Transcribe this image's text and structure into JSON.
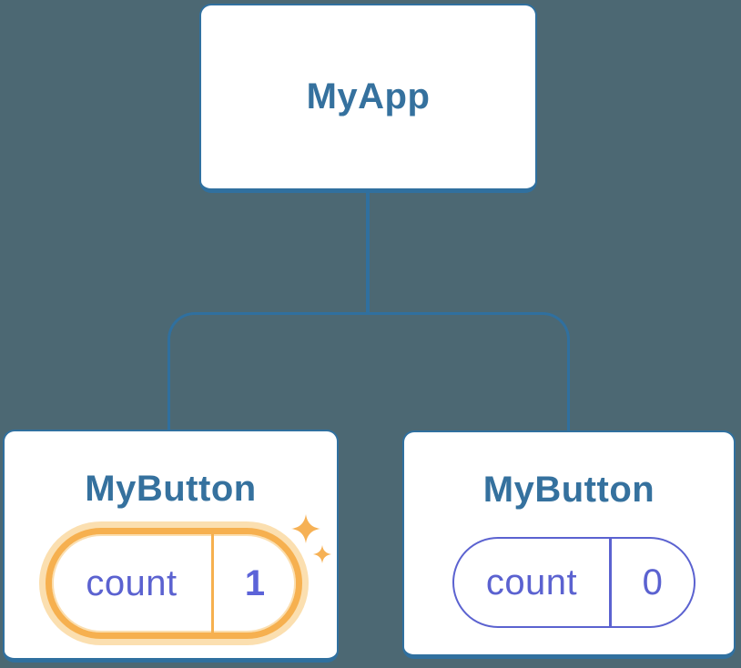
{
  "colors": {
    "background": "#4C6873",
    "card": "#FFFFFF",
    "blue-stroke": "#30709F",
    "blue-text": "#35719E",
    "indigo": "#5B62D0",
    "indigo-bold": "#5C63D8",
    "orange": "#F6B04F",
    "orange-halo": "#FBDFB0",
    "sparkle": "#F6B155"
  },
  "diagram": {
    "root": {
      "label": "MyApp"
    },
    "children": [
      {
        "label": "MyButton",
        "state": {
          "name": "count",
          "value": "1"
        },
        "highlighted": true
      },
      {
        "label": "MyButton",
        "state": {
          "name": "count",
          "value": "0"
        },
        "highlighted": false
      }
    ]
  }
}
